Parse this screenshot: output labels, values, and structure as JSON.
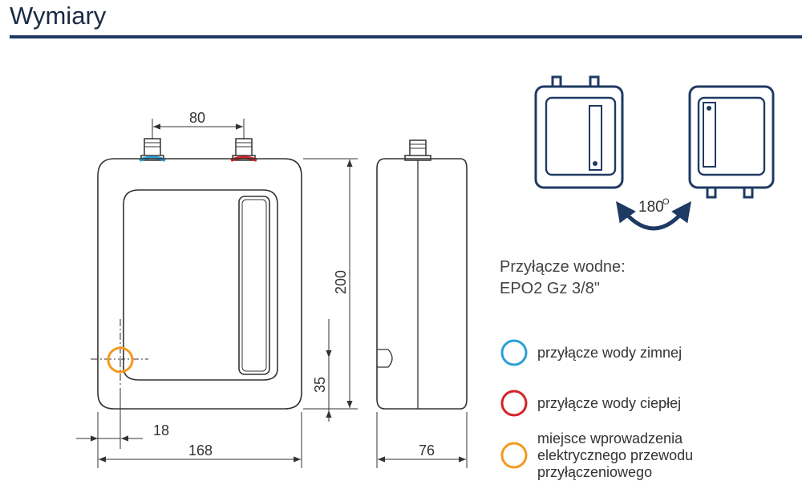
{
  "header": {
    "title": "Wymiary"
  },
  "dimensions": {
    "pipe_spacing": "80",
    "height": "200",
    "offset_bottom": "35",
    "side_offset": "18",
    "width": "168",
    "depth": "76"
  },
  "rotation": {
    "label": "180",
    "unit": "O"
  },
  "connection": {
    "line1": "Przyłącze wodne:",
    "line2": "EPO2  Gz 3/8\""
  },
  "legend": {
    "items": [
      {
        "label": "przyłącze wody zimnej",
        "color": "#2a9fd8"
      },
      {
        "label": "przyłącze wody ciepłej",
        "color": "#d2232a"
      },
      {
        "label": "miejsce wprowadzenia elektrycznego przewodu przyłączeniowego",
        "color": "#f39a1f"
      }
    ]
  },
  "colors": {
    "rule": "#1e3a63",
    "icon": "#1e3a63",
    "drawing": "#333333"
  }
}
